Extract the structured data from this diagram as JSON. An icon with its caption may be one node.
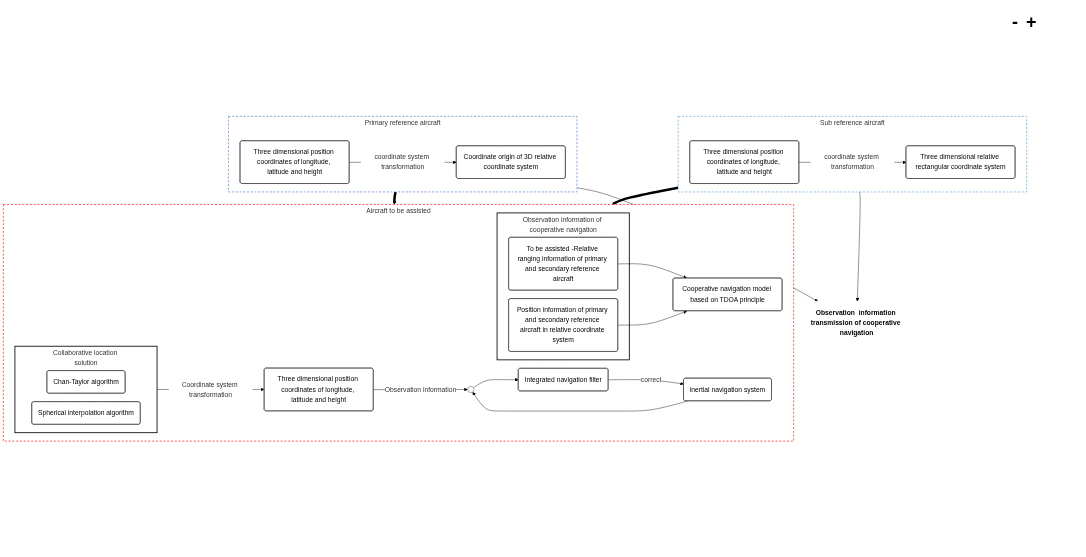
{
  "diagram": {
    "nodes": [
      {
        "text": [
          "Primary reference aircraft"
        ]
      },
      {
        "text": [
          "Three dimensional position coordinates of longitude, latitude and height"
        ],
        "in": 0
      },
      {
        "text": [
          "Coordinate origin of 3D relative coordinate system"
        ],
        "in": 0
      },
      {
        "text": [
          "Sub reference aircraft"
        ]
      },
      {
        "text": [
          "Three dimensional position coordinates of longitude, latitude and height"
        ],
        "in": 3
      },
      {
        "text": [
          "Three dimensional relative rectangular coordinate system"
        ],
        "in": 3
      },
      {
        "text": [
          "Observation  information transmission of cooperative navigation"
        ]
      },
      {
        "text": [
          "Aircraft to be assisted"
        ]
      },
      {
        "text": [
          "Observation information of cooperative navigation"
        ],
        "in": 7
      },
      {
        "text": [
          "To be assisted -Relative ranging information of primary and secondary reference aircraft"
        ],
        "in": 8
      },
      {
        "text": [
          "Position information of primary and secondary reference aircraft in relative coordinate system"
        ],
        "in": 8
      },
      {
        "text": [
          "Cooperative navigation model based on TDOA principle"
        ],
        "in": 7
      },
      {
        "text": [
          "Collaborative location solution"
        ],
        "in": 7
      },
      {
        "text": [
          "Chan-Taylor algorithm"
        ],
        "in": 12
      },
      {
        "text": [
          "Spherical interpolation algorithm"
        ],
        "in": 12
      },
      {
        "text": [
          "Three dimensional position coordinates of longitude, latitude and height"
        ],
        "in": 7
      },
      {
        "text": [
          "inertial navigation system"
        ],
        "in": 7
      },
      {
        "text": [],
        "shape": "circle",
        "in": 7
      },
      {
        "text": [
          "Integrated navigation filter"
        ],
        "in": 7
      }
    ],
    "edges": [
      {
        "from": 1,
        "to": 2,
        "arrow": "to",
        "label": "coordinate system transformation"
      },
      {
        "from": 4,
        "to": 5,
        "arrow": "to",
        "label": "coordinate system transformation"
      },
      {
        "from": 0,
        "to": 7,
        "arrow": "to",
        "style": "thick"
      },
      {
        "from": 3,
        "to": 7,
        "arrow": "to",
        "style": "thick"
      },
      {
        "from": 0,
        "to": 6,
        "arrow": "to"
      },
      {
        "from": 3,
        "to": 6,
        "arrow": "to"
      },
      {
        "from": 9,
        "to": 11,
        "arrow": "to"
      },
      {
        "from": 10,
        "to": 11,
        "arrow": "to"
      },
      {
        "from": 12,
        "to": 15,
        "arrow": "to",
        "label": "Coordinate system transformation"
      },
      {
        "from": 15,
        "to": 17,
        "arrow": "to",
        "label": "Observation information"
      },
      {
        "from": 16,
        "to": 17,
        "arrow": "to"
      },
      {
        "from": 17,
        "to": 18,
        "arrow": "to"
      },
      {
        "from": 18,
        "to": 16,
        "arrow": "to",
        "label": "correct"
      }
    ],
    "labels": [
      "-",
      "+"
    ]
  }
}
